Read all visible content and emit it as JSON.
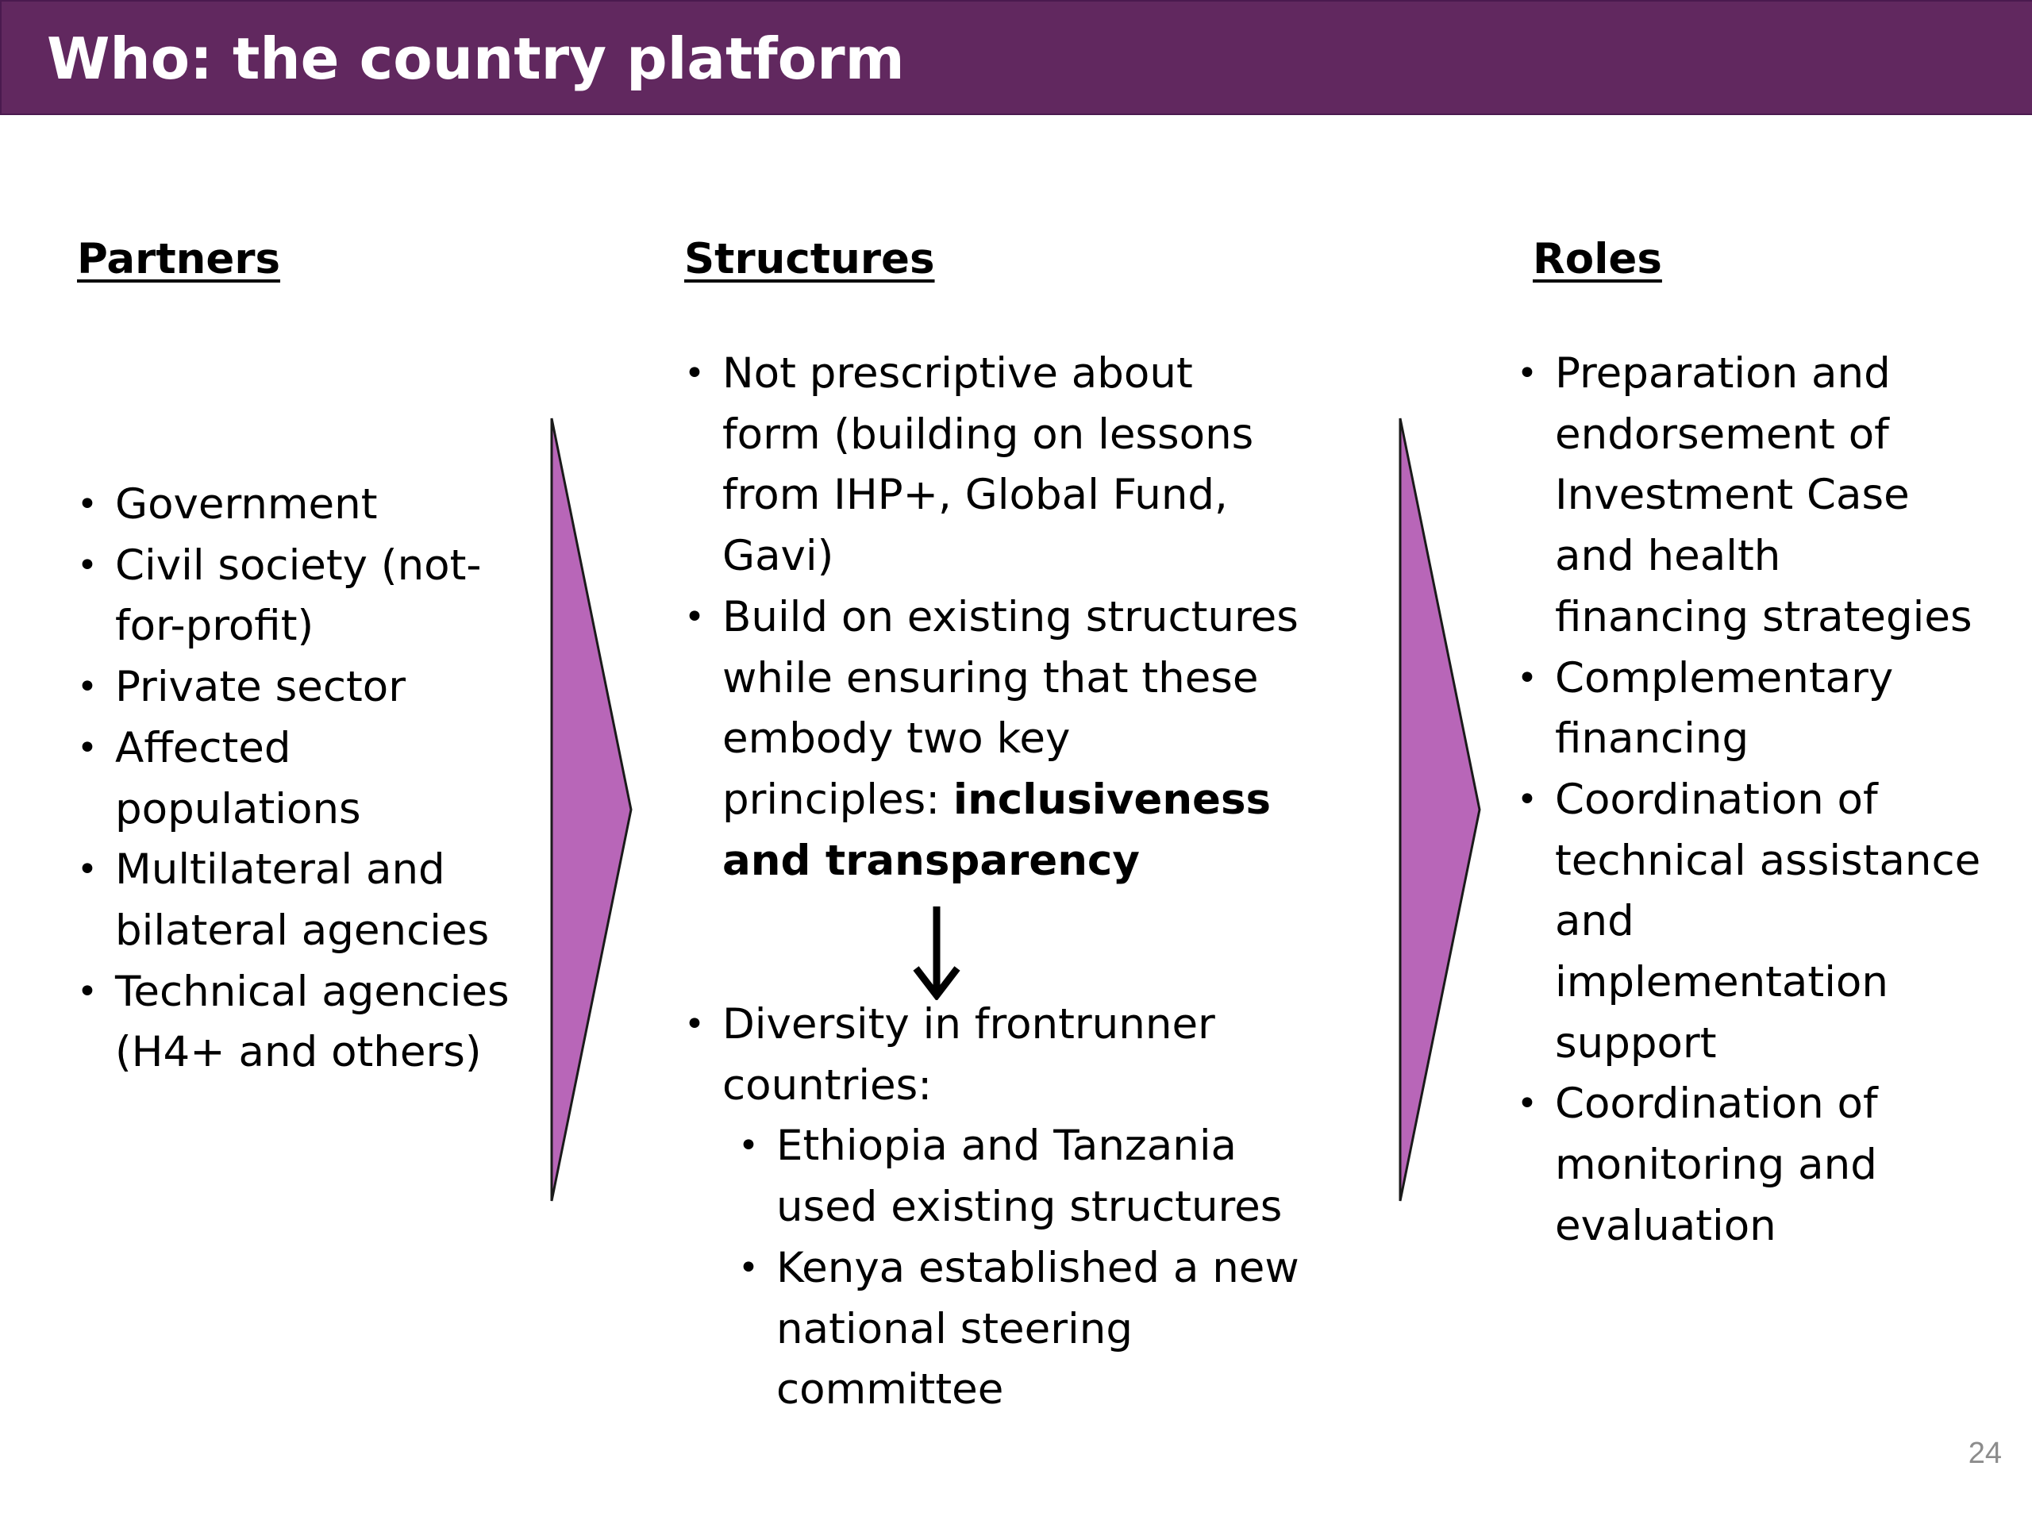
{
  "title": "Who: the country platform",
  "colors": {
    "title_bar": "#61285f",
    "arrow_fill": "#b866b8",
    "arrow_stroke": "#1a1a1a",
    "page_number": "#8c8c8c"
  },
  "partners": {
    "heading": "Partners",
    "items": [
      [
        "Government"
      ],
      [
        "Civil society (not-",
        "for-profit)"
      ],
      [
        "Private sector"
      ],
      [
        "Affected",
        "populations"
      ],
      [
        "Multilateral and",
        "bilateral agencies"
      ],
      [
        "Technical agencies",
        "(H4+ and others)"
      ]
    ]
  },
  "structures": {
    "heading": "Structures",
    "item1": [
      "Not prescriptive about",
      "form (building on lessons",
      "from IHP+, Global Fund,",
      "Gavi)"
    ],
    "item2": {
      "lines": [
        "Build on existing structures",
        "while ensuring that these",
        "embody two key"
      ],
      "line4_plain": "principles: ",
      "line4_bold": "inclusiveness",
      "line5_bold": "and transparency"
    },
    "item3": [
      "Diversity in frontrunner",
      "countries:"
    ],
    "subitems": [
      [
        "Ethiopia and Tanzania",
        "used existing structures"
      ],
      [
        "Kenya established a new",
        "national steering",
        "committee"
      ]
    ]
  },
  "roles": {
    "heading": "Roles",
    "items": [
      [
        "Preparation and",
        "endorsement of",
        "Investment Case",
        "and health",
        "financing strategies"
      ],
      [
        "Complementary",
        "financing"
      ],
      [
        "Coordination of",
        "technical assistance",
        "and",
        "implementation",
        "support"
      ],
      [
        "Coordination of",
        "monitoring and",
        "evaluation"
      ]
    ]
  },
  "page_number": "24"
}
